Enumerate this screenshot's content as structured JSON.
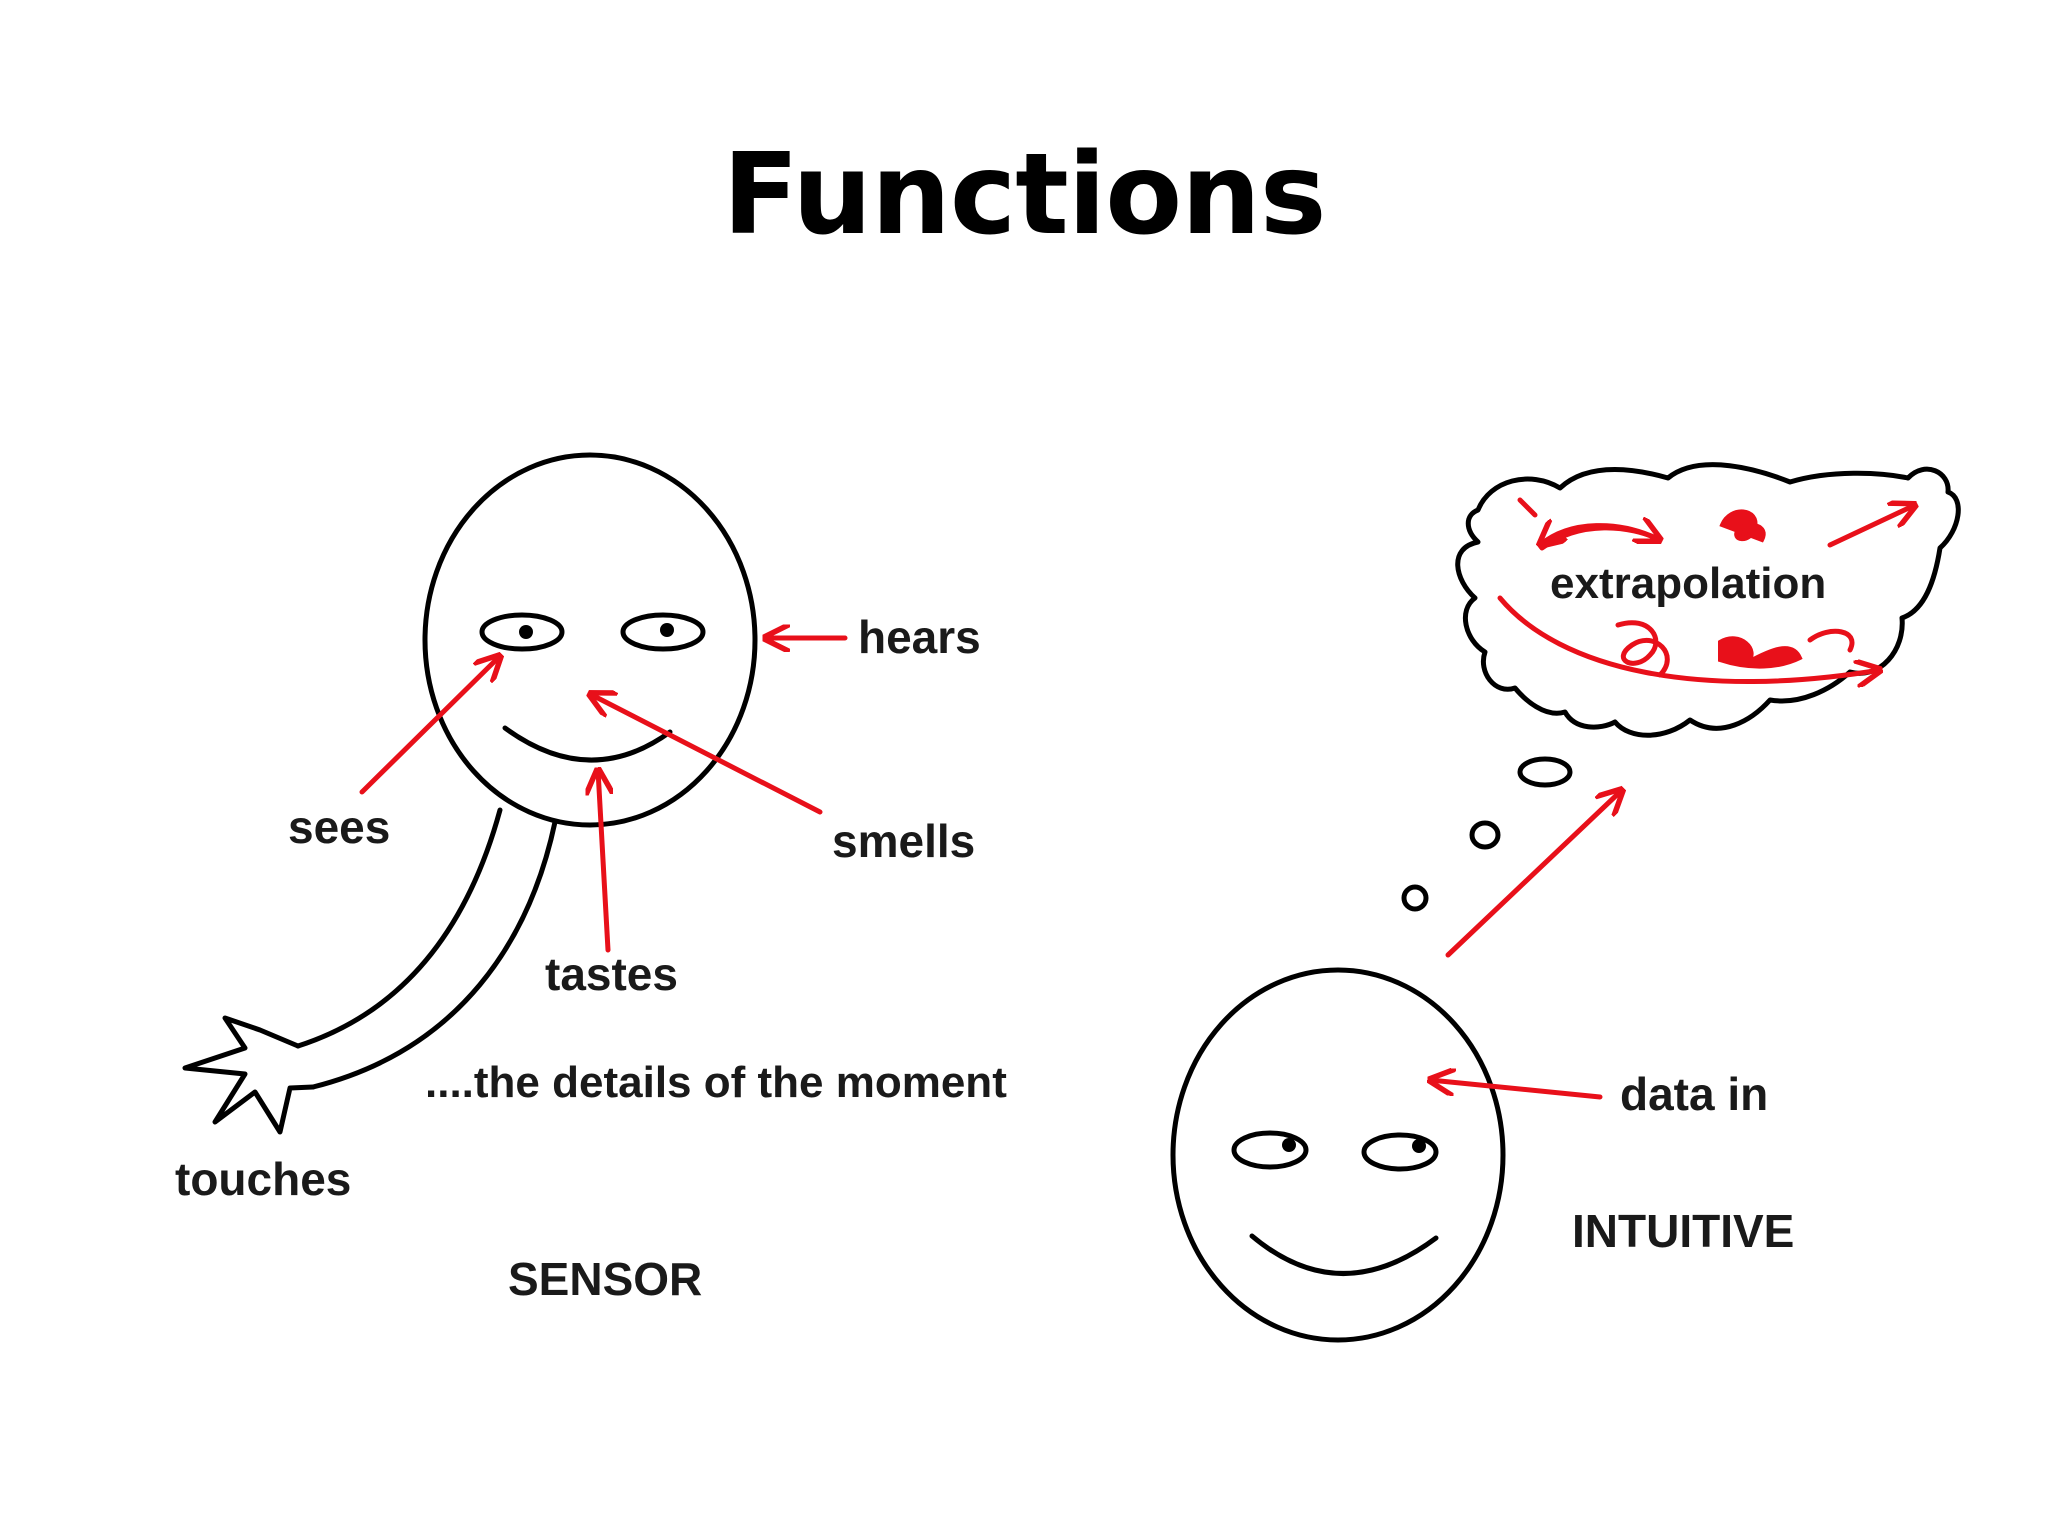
{
  "title": "Functions",
  "sensor": {
    "caption": "SENSOR",
    "labels": {
      "hears": "hears",
      "sees": "sees",
      "smells": "smells",
      "tastes": "tastes",
      "touches": "touches",
      "details": "....the details of the moment"
    }
  },
  "intuitive": {
    "caption": "INTUITIVE",
    "labels": {
      "data_in": "data in",
      "extrapolation": "extrapolation"
    }
  },
  "colors": {
    "ink": "#000000",
    "arrow": "#e8101a",
    "text": "#1a1a1a"
  }
}
